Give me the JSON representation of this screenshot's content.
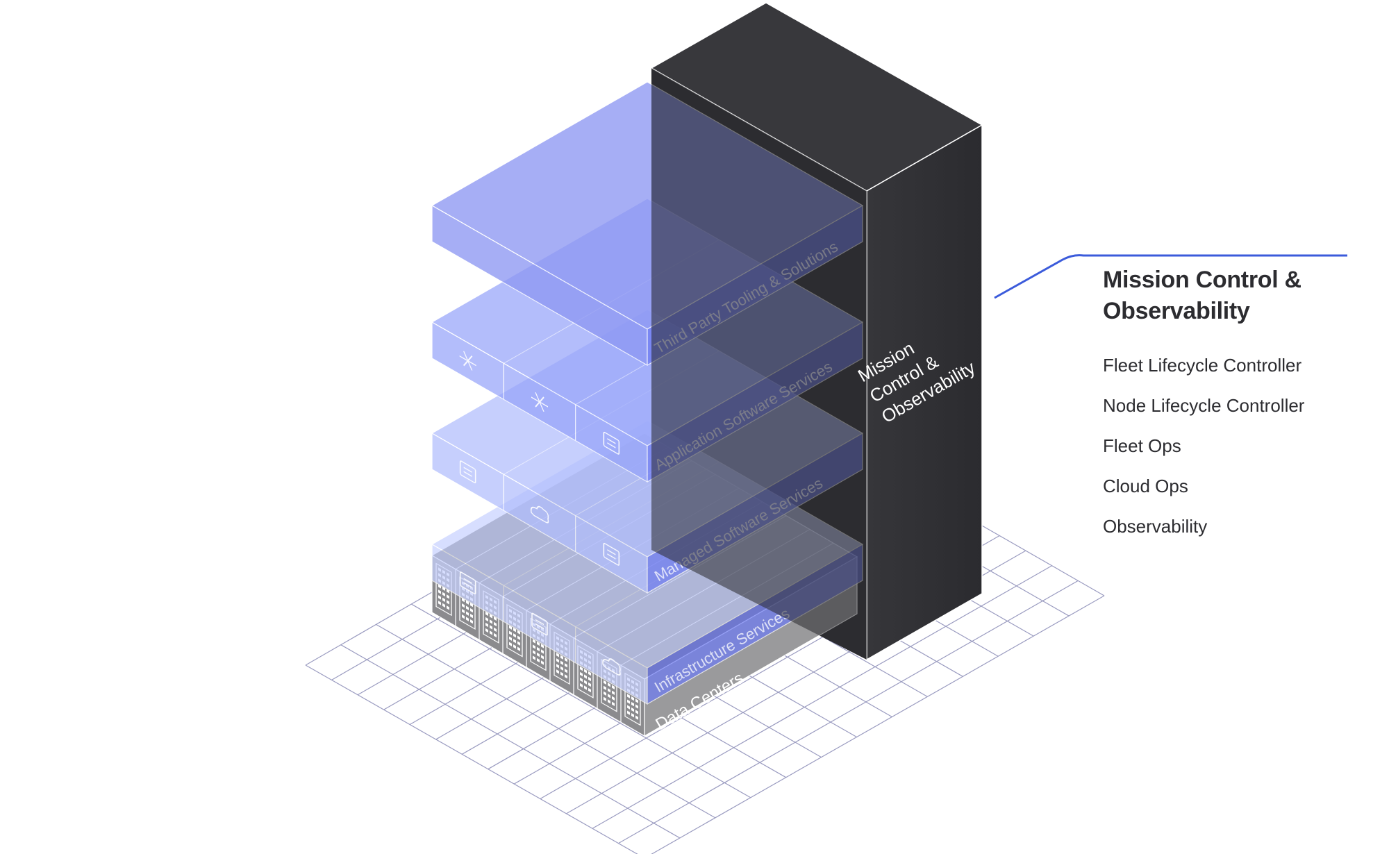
{
  "layers": [
    {
      "label": "Third Party Tooling & Solutions"
    },
    {
      "label": "Application Software Services"
    },
    {
      "label": "Managed Software Services"
    },
    {
      "label": "Infrastructure Services"
    },
    {
      "label": "Data Centers"
    }
  ],
  "tower": {
    "label_lines": [
      "Mission",
      "Control &",
      "Observability"
    ]
  },
  "callout": {
    "title": "Mission Control & Observability",
    "items": [
      "Fleet Lifecycle Controller",
      "Node Lifecycle Controller",
      "Fleet Ops",
      "Cloud Ops",
      "Observability"
    ]
  },
  "colors": {
    "tower": "#323236",
    "accent_line": "#3b5bdb",
    "layer_top": "#7b86f0",
    "layer_bottom": "#c6d0ff",
    "datacenter": "#8a8a8a",
    "grid": "#9a9bc0"
  },
  "icons": [
    "snowflake-icon",
    "sparkle-icon",
    "rocket-icon",
    "dashboard-icon",
    "cloud-lock-icon",
    "database-icon",
    "server-icon",
    "pipeline-icon",
    "cloud-icon",
    "building-icon"
  ]
}
